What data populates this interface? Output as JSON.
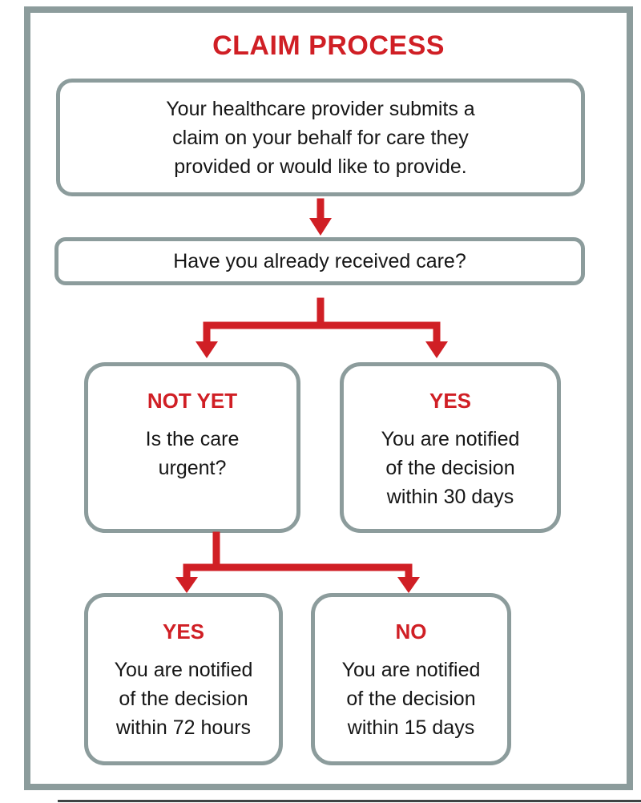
{
  "colors": {
    "red": "#d01f25",
    "gray": "#8c9c9c",
    "text": "#161616"
  },
  "title": "CLAIM PROCESS",
  "nodes": {
    "submit": {
      "text": "Your healthcare provider submits a\nclaim on your behalf for care they\nprovided or would like to provide."
    },
    "received_question": {
      "text": "Have you already received care?"
    },
    "not_yet": {
      "label": "NOT YET",
      "text": "Is the care\nurgent?"
    },
    "yes_30": {
      "label": "YES",
      "text": "You are notified\nof the decision\nwithin 30 days"
    },
    "yes_72": {
      "label": "YES",
      "text": "You are notified\nof the decision\nwithin 72 hours"
    },
    "no_15": {
      "label": "NO",
      "text": "You are notified\nof the decision\nwithin 15 days"
    }
  }
}
